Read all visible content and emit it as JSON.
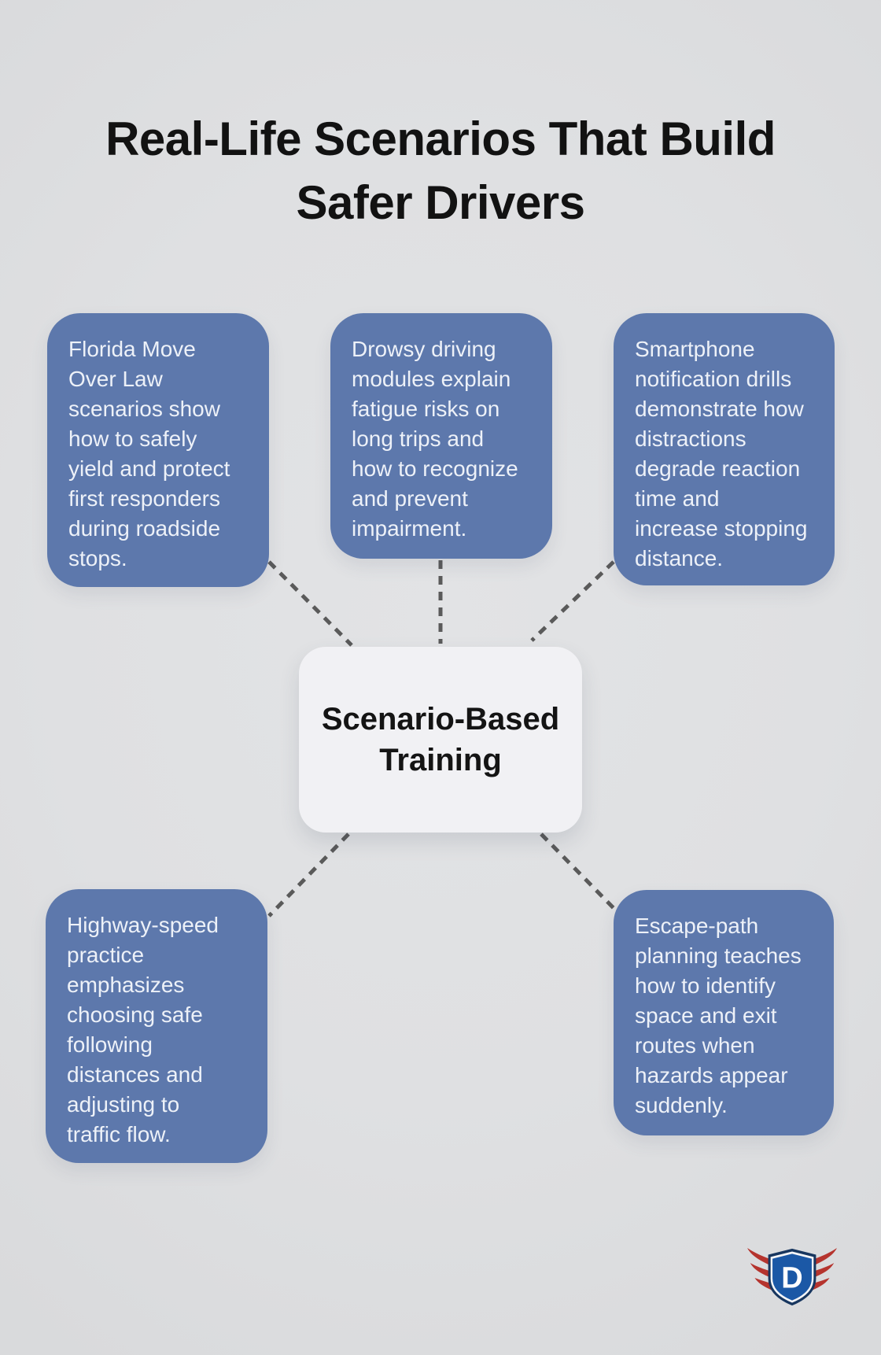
{
  "page": {
    "background_color": "#dfe0e2",
    "card_color": "#5d78ac",
    "card_text_color": "#edf1f8",
    "center_node_color": "#f1f1f4",
    "title_color": "#121212"
  },
  "title": {
    "line1": "Real-Life Scenarios That Build",
    "line2": "Safer Drivers"
  },
  "center_node": {
    "label": "Scenario-Based\nTraining"
  },
  "nodes": [
    {
      "position": "top-left",
      "text": "Florida Move\nOver Law\nscenarios show\nhow to safely\nyield and protect\nfirst responders\nduring roadside\nstops."
    },
    {
      "position": "top-middle",
      "text": "Drowsy driving\nmodules explain\nfatigue risks on\nlong trips and\nhow to recognize\nand prevent\nimpairment."
    },
    {
      "position": "top-right",
      "text": "Smartphone\nnotification drills\ndemonstrate how\ndistractions\ndegrade reaction\ntime and\nincrease stopping\ndistance."
    },
    {
      "position": "bottom-left",
      "text": "Highway-speed\npractice\nemphasizes\nchoosing safe\nfollowing\ndistances and\nadjusting to\ntraffic flow."
    },
    {
      "position": "bottom-right",
      "text": "Escape-path\nplanning teaches\nhow to identify\nspace and exit\nroutes when\nhazards appear\nsuddenly."
    }
  ],
  "connectors": {
    "color": "#5a5a5a",
    "style": "dashed"
  },
  "logo": {
    "letter": "D",
    "shield_color": "#1b58a6",
    "shield_border_color": "#17365f",
    "wing_color": "#b5342e"
  }
}
